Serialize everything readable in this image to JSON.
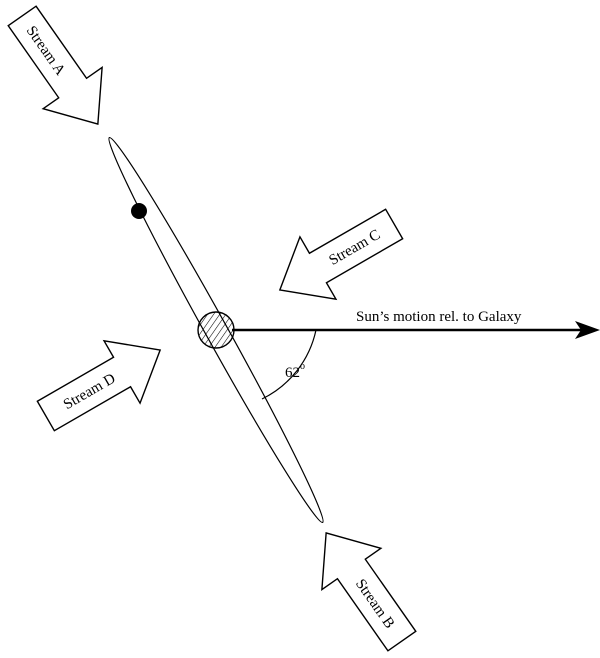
{
  "streams": {
    "a": {
      "label": "Stream A"
    },
    "b": {
      "label": "Stream B"
    },
    "c": {
      "label": "Stream C"
    },
    "d": {
      "label": "Stream D"
    }
  },
  "motion": {
    "label": "Sun’s motion rel. to Galaxy"
  },
  "angle": {
    "value": "62",
    "unit": "o"
  }
}
